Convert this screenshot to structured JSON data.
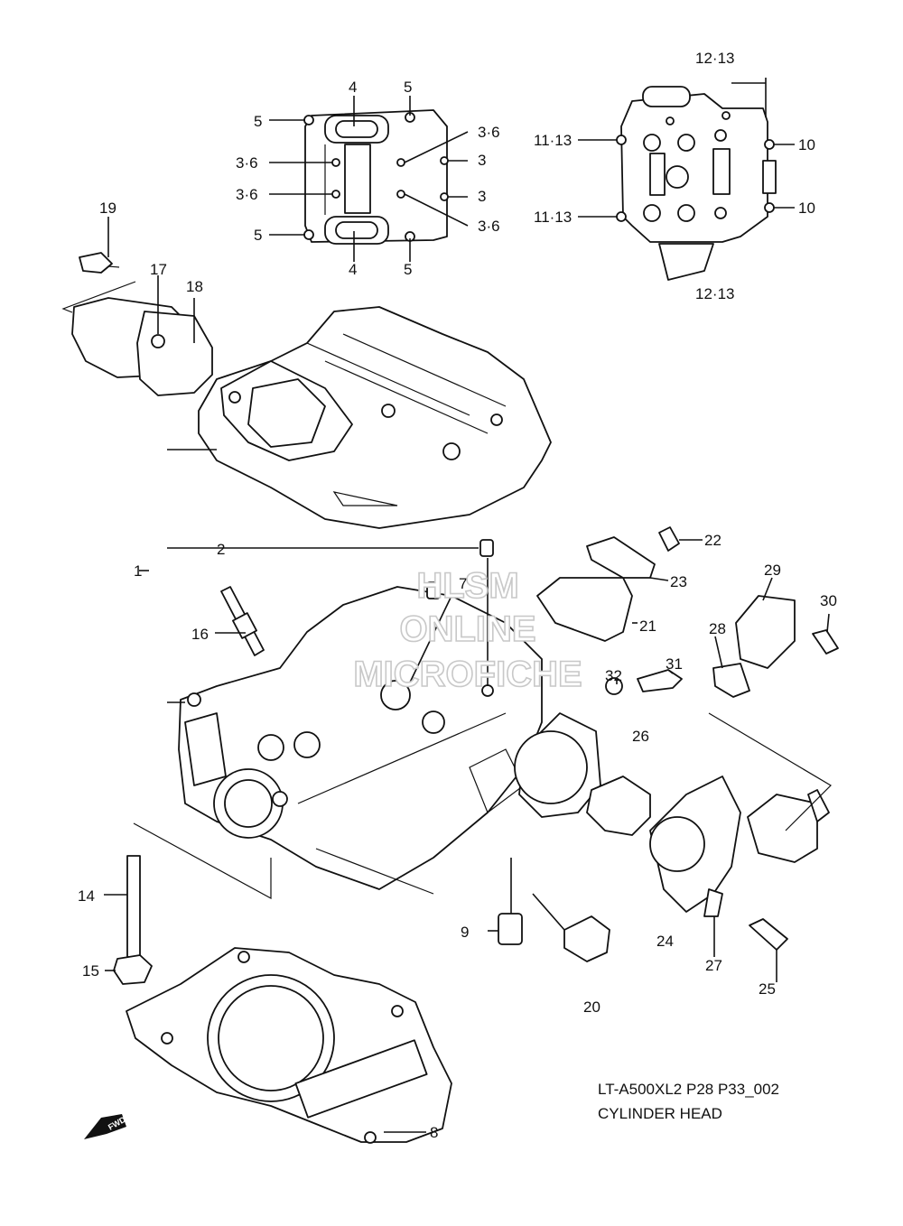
{
  "caption": {
    "model_code": "LT-A500XL2 P28 P33_002",
    "title": "CYLINDER HEAD"
  },
  "watermark": {
    "line1": "HLSM",
    "line2": "ONLINE",
    "line3": "MICROFICHE"
  },
  "fwd_badge": "FWD",
  "labels": {
    "p1": "1",
    "p2": "2",
    "p7": "7",
    "p8": "8",
    "p9": "9",
    "p14": "14",
    "p15": "15",
    "p16": "16",
    "p17": "17",
    "p18": "18",
    "p19": "19",
    "p20": "20",
    "p21": "21",
    "p22": "22",
    "p23": "23",
    "p24": "24",
    "p25": "25",
    "p26": "26",
    "p27": "27",
    "p28": "28",
    "p29": "29",
    "p30": "30",
    "p31": "31",
    "p32": "32",
    "tq_4": "4",
    "tq_5": "5",
    "tq_3_6": "3·6",
    "tq_3": "3",
    "tq_10": "10",
    "tq_11_13": "11·13",
    "tq_12_13": "12·13"
  }
}
